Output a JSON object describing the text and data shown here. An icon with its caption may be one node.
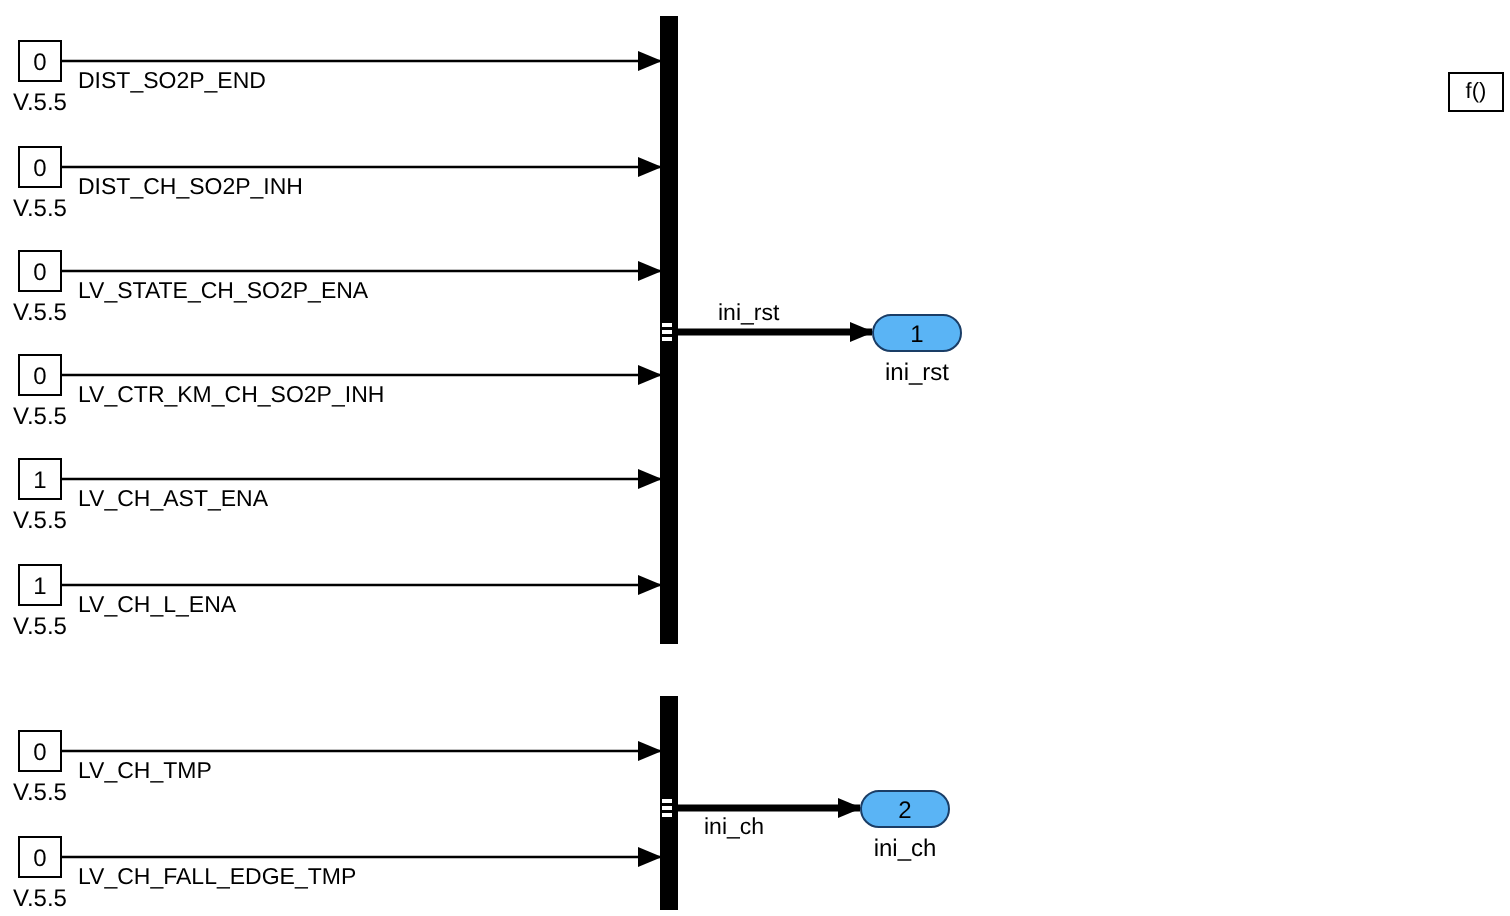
{
  "diagram": {
    "nodes": [
      {
        "text": [
          "0"
        ],
        "beside": [
          "V.5.5"
        ]
      },
      {
        "text": [
          "0"
        ],
        "beside": [
          "V.5.5"
        ]
      },
      {
        "text": [
          "0"
        ],
        "beside": [
          "V.5.5"
        ]
      },
      {
        "text": [
          "0"
        ],
        "beside": [
          "V.5.5"
        ]
      },
      {
        "text": [
          "1"
        ],
        "beside": [
          "V.5.5"
        ]
      },
      {
        "text": [
          "1"
        ],
        "beside": [
          "V.5.5"
        ]
      },
      {
        "text": [],
        "shape": "bar"
      },
      {
        "text": [
          "1"
        ],
        "beside": [
          "ini_rst"
        ]
      },
      {
        "text": [
          "f()"
        ]
      },
      {
        "text": [
          "0"
        ],
        "beside": [
          "V.5.5"
        ]
      },
      {
        "text": [
          "0"
        ],
        "beside": [
          "V.5.5"
        ]
      },
      {
        "text": [],
        "shape": "bar"
      },
      {
        "text": [
          "2"
        ],
        "beside": [
          "ini_ch"
        ]
      }
    ],
    "edges": [
      {
        "from": 0,
        "to": 6,
        "arrow": "to",
        "label": "DIST_SO2P_END"
      },
      {
        "from": 1,
        "to": 6,
        "arrow": "to",
        "label": "DIST_CH_SO2P_INH"
      },
      {
        "from": 2,
        "to": 6,
        "arrow": "to",
        "label": "LV_STATE_CH_SO2P_ENA"
      },
      {
        "from": 3,
        "to": 6,
        "arrow": "to",
        "label": "LV_CTR_KM_CH_SO2P_INH"
      },
      {
        "from": 4,
        "to": 6,
        "arrow": "to",
        "label": "LV_CH_AST_ENA"
      },
      {
        "from": 5,
        "to": 6,
        "arrow": "to",
        "label": "LV_CH_L_ENA"
      },
      {
        "from": 6,
        "to": 7,
        "arrow": "to",
        "label": "ini_rst",
        "style": "thick"
      },
      {
        "from": 9,
        "to": 11,
        "arrow": "to",
        "label": "LV_CH_TMP"
      },
      {
        "from": 10,
        "to": 11,
        "arrow": "to",
        "label": "LV_CH_FALL_EDGE_TMP"
      },
      {
        "from": 11,
        "to": 12,
        "arrow": "to",
        "label": "ini_ch",
        "style": "thick"
      }
    ]
  }
}
